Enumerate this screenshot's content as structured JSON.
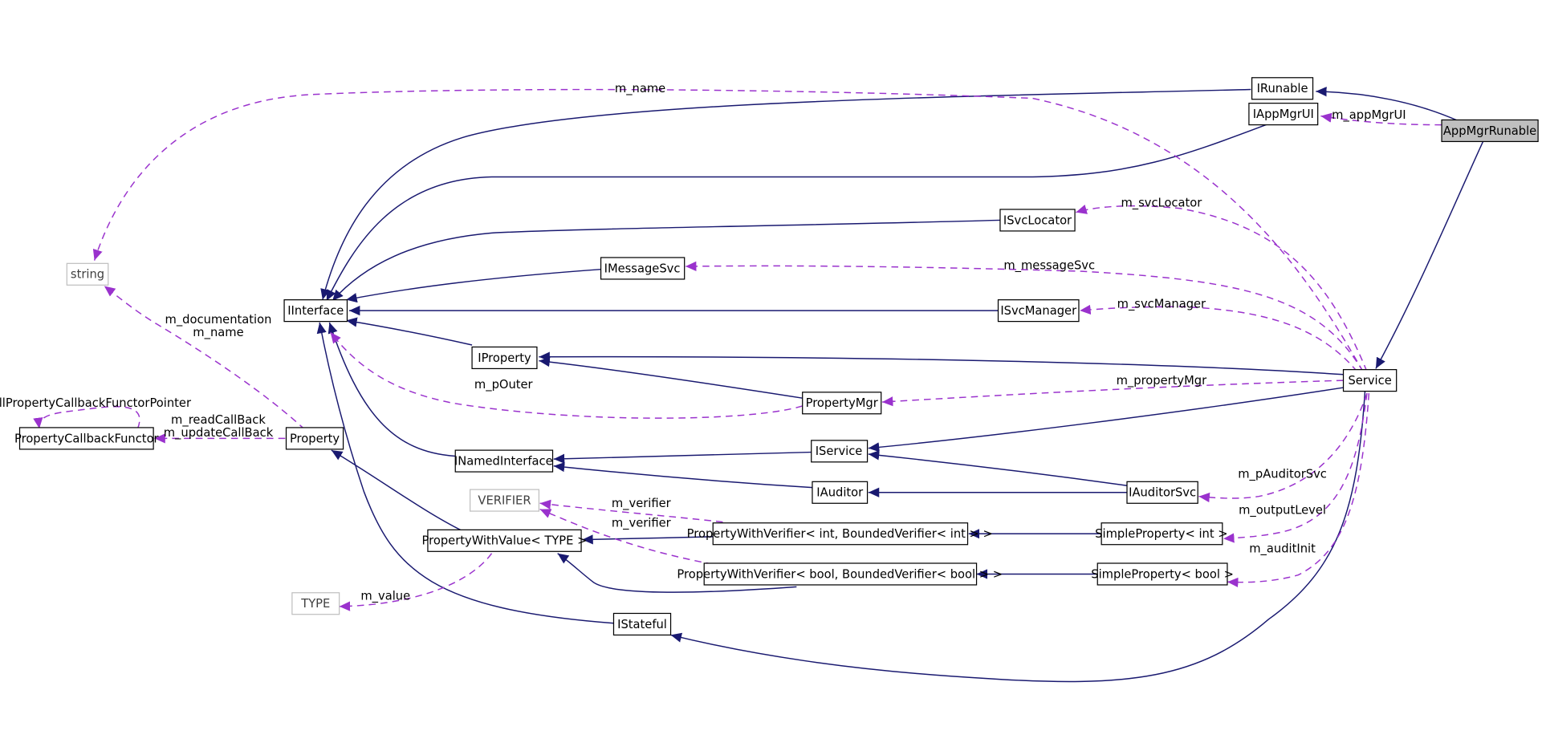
{
  "colors": {
    "inheritance_edge": "#191970",
    "usage_edge": "#9a32cd",
    "focus_node_fill": "#bfbfbf",
    "node_border": "#000000",
    "external_node_border": "#bfbfbf"
  },
  "nodes": {
    "app_mgr_runable": "AppMgrRunable",
    "i_runable": "IRunable",
    "i_app_mgr_ui": "IAppMgrUI",
    "i_svc_locator": "ISvcLocator",
    "i_message_svc": "IMessageSvc",
    "i_interface": "IInterface",
    "i_svc_manager": "ISvcManager",
    "i_property": "IProperty",
    "property_mgr": "PropertyMgr",
    "service": "Service",
    "string": "string",
    "property_callback_functor": "PropertyCallbackFunctor",
    "property": "Property",
    "i_named_interface": "INamedInterface",
    "i_service": "IService",
    "i_auditor": "IAuditor",
    "i_auditor_svc": "IAuditorSvc",
    "verifier": "VERIFIER",
    "property_with_value": "PropertyWithValue< TYPE >",
    "pwv_int": "PropertyWithVerifier< int, BoundedVerifier< int > >",
    "simple_property_int": "SimpleProperty< int >",
    "pwv_bool": "PropertyWithVerifier< bool, BoundedVerifier< bool > >",
    "simple_property_bool": "SimpleProperty< bool >",
    "type": "TYPE",
    "i_stateful": "IStateful"
  },
  "labels": {
    "m_name_top": "m_name",
    "m_app_mgr_ui": "m_appMgrUI",
    "m_svc_locator": "m_svcLocator",
    "m_message_svc": "m_messageSvc",
    "m_documentation": "m_documentation",
    "m_name_property": "m_name",
    "m_svc_manager": "m_svcManager",
    "m_p_outer": "m_pOuter",
    "m_property_mgr": "m_propertyMgr",
    "null_callback": "nullPropertyCallbackFunctorPointer",
    "m_read_callback": "m_readCallBack",
    "m_update_callback": "m_updateCallBack",
    "m_p_auditor_svc": "m_pAuditorSvc",
    "m_verifier_1": "m_verifier",
    "m_verifier_2": "m_verifier",
    "m_output_level": "m_outputLevel",
    "m_audit_init": "m_auditInit",
    "m_value": "m_value"
  }
}
